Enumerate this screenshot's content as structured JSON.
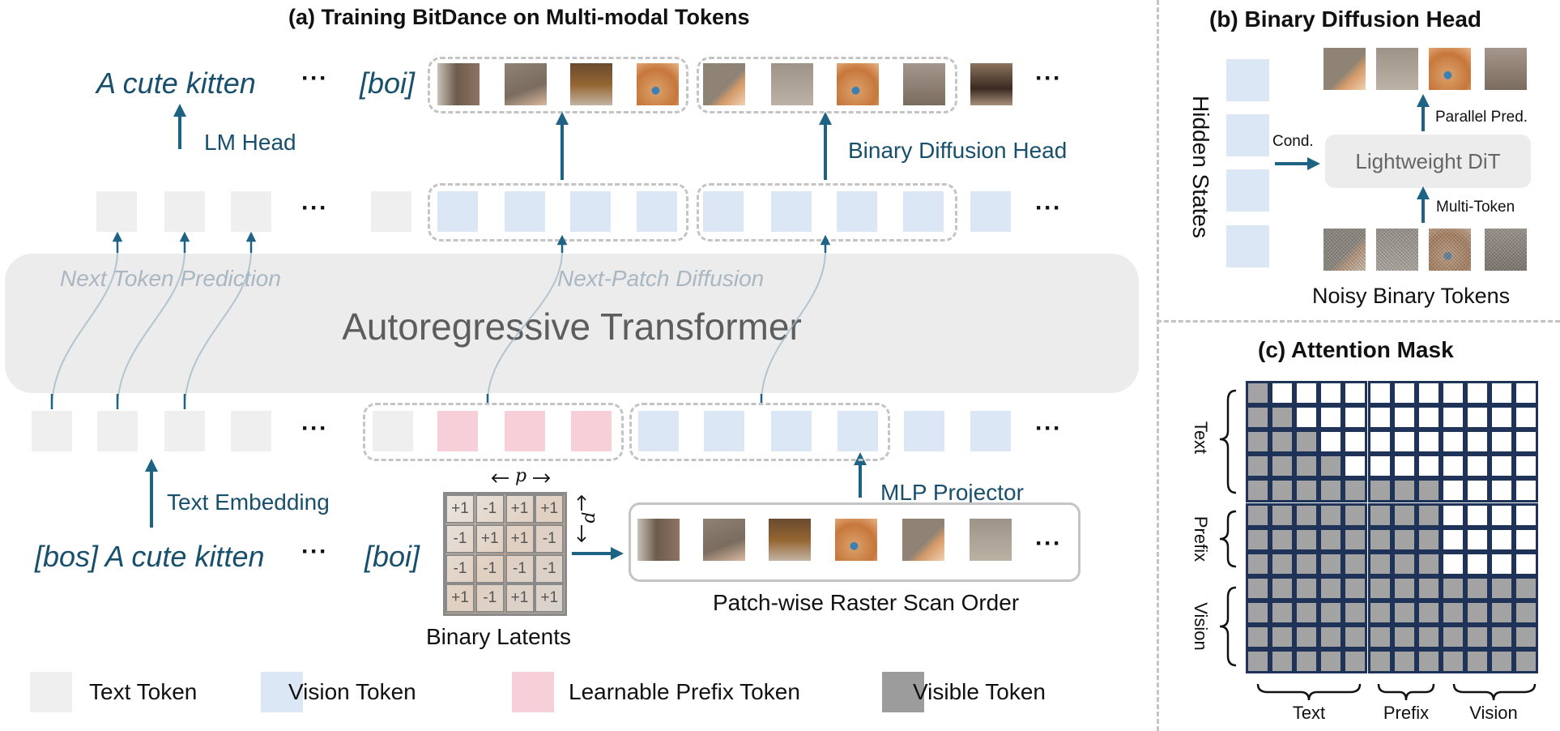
{
  "panel_a": {
    "title": "(a)  Training BitDance on Multi-modal Tokens",
    "output_text": "A cute kitten",
    "ellipsis": "···",
    "boi": "[boi]",
    "lm_head": "LM Head",
    "binary_diffusion_head": "Binary Diffusion Head",
    "transformer": "Autoregressive Transformer",
    "next_token_prediction": "Next Token Prediction",
    "next_patch_diffusion": "Next-Patch Diffusion",
    "text_embedding": "Text Embedding",
    "input_text": "[bos] A cute kitten",
    "mlp_projector": "MLP Projector",
    "binary_latents_label": "Binary Latents",
    "patch_size_symbol": "p",
    "binary_latent_values": [
      [
        "+1",
        "-1",
        "+1",
        "+1"
      ],
      [
        "-1",
        "+1",
        "+1",
        "-1"
      ],
      [
        "-1",
        "-1",
        "-1",
        "-1"
      ],
      [
        "+1",
        "-1",
        "+1",
        "+1"
      ]
    ],
    "raster_label": "Patch-wise Raster Scan Order"
  },
  "legend": [
    {
      "label": "Text Token",
      "color": "#efefef"
    },
    {
      "label": "Vision Token",
      "color": "#dce7f5"
    },
    {
      "label": "Learnable Prefix Token",
      "color": "#f6cfd8"
    },
    {
      "label": "Visible Token",
      "color": "#9c9c9c"
    }
  ],
  "panel_b": {
    "title": "(b) Binary Diffusion Head",
    "hidden_states": "Hidden States",
    "cond": "Cond.",
    "dit": "Lightweight DiT",
    "parallel_pred": "Parallel Pred.",
    "multi_token": "Multi-Token",
    "noisy_tokens": "Noisy Binary Tokens"
  },
  "panel_c": {
    "title": "(c) Attention Mask",
    "row_groups": [
      "Text",
      "Prefix",
      "Vision"
    ],
    "col_groups": [
      "Text",
      "Prefix",
      "Vision"
    ],
    "visible_per_row": [
      1,
      2,
      3,
      4,
      8,
      8,
      8,
      8,
      12,
      12,
      12,
      12
    ],
    "size": 12
  },
  "colors": {
    "accent": "#1e6384",
    "text_teal": "#174f6c",
    "mask_border": "#1f3358"
  }
}
